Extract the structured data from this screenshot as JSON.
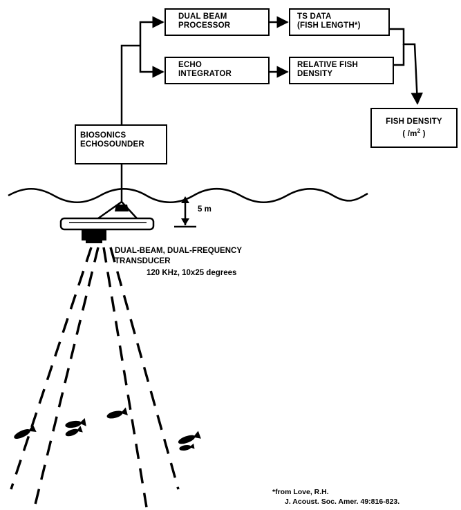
{
  "boxes": {
    "echosounder": {
      "line1": "BIOSONICS",
      "line2": "ECHOSOUNDER"
    },
    "dual_beam": {
      "line1": "DUAL BEAM",
      "line2": "PROCESSOR"
    },
    "echo_integrator": {
      "line1": "ECHO",
      "line2": "INTEGRATOR"
    },
    "ts_data": {
      "line1": "TS DATA",
      "line2": "(FISH LENGTH*)"
    },
    "relative_density": {
      "line1": "RELATIVE FISH",
      "line2": "DENSITY"
    },
    "fish_density": {
      "line1": "FISH DENSITY",
      "line2_prefix": "( /m",
      "line2_sup": "2",
      "line2_suffix": " )"
    }
  },
  "depth_label": "5 m",
  "transducer": {
    "line1": "DUAL-BEAM, DUAL-FREQUENCY",
    "line2": "TRANSDUCER",
    "line3": "120 KHz, 10x25 degrees"
  },
  "citation": {
    "line1": "*from Love, R.H.",
    "line2": "J. Acoust. Soc. Amer. 49:816-823."
  }
}
